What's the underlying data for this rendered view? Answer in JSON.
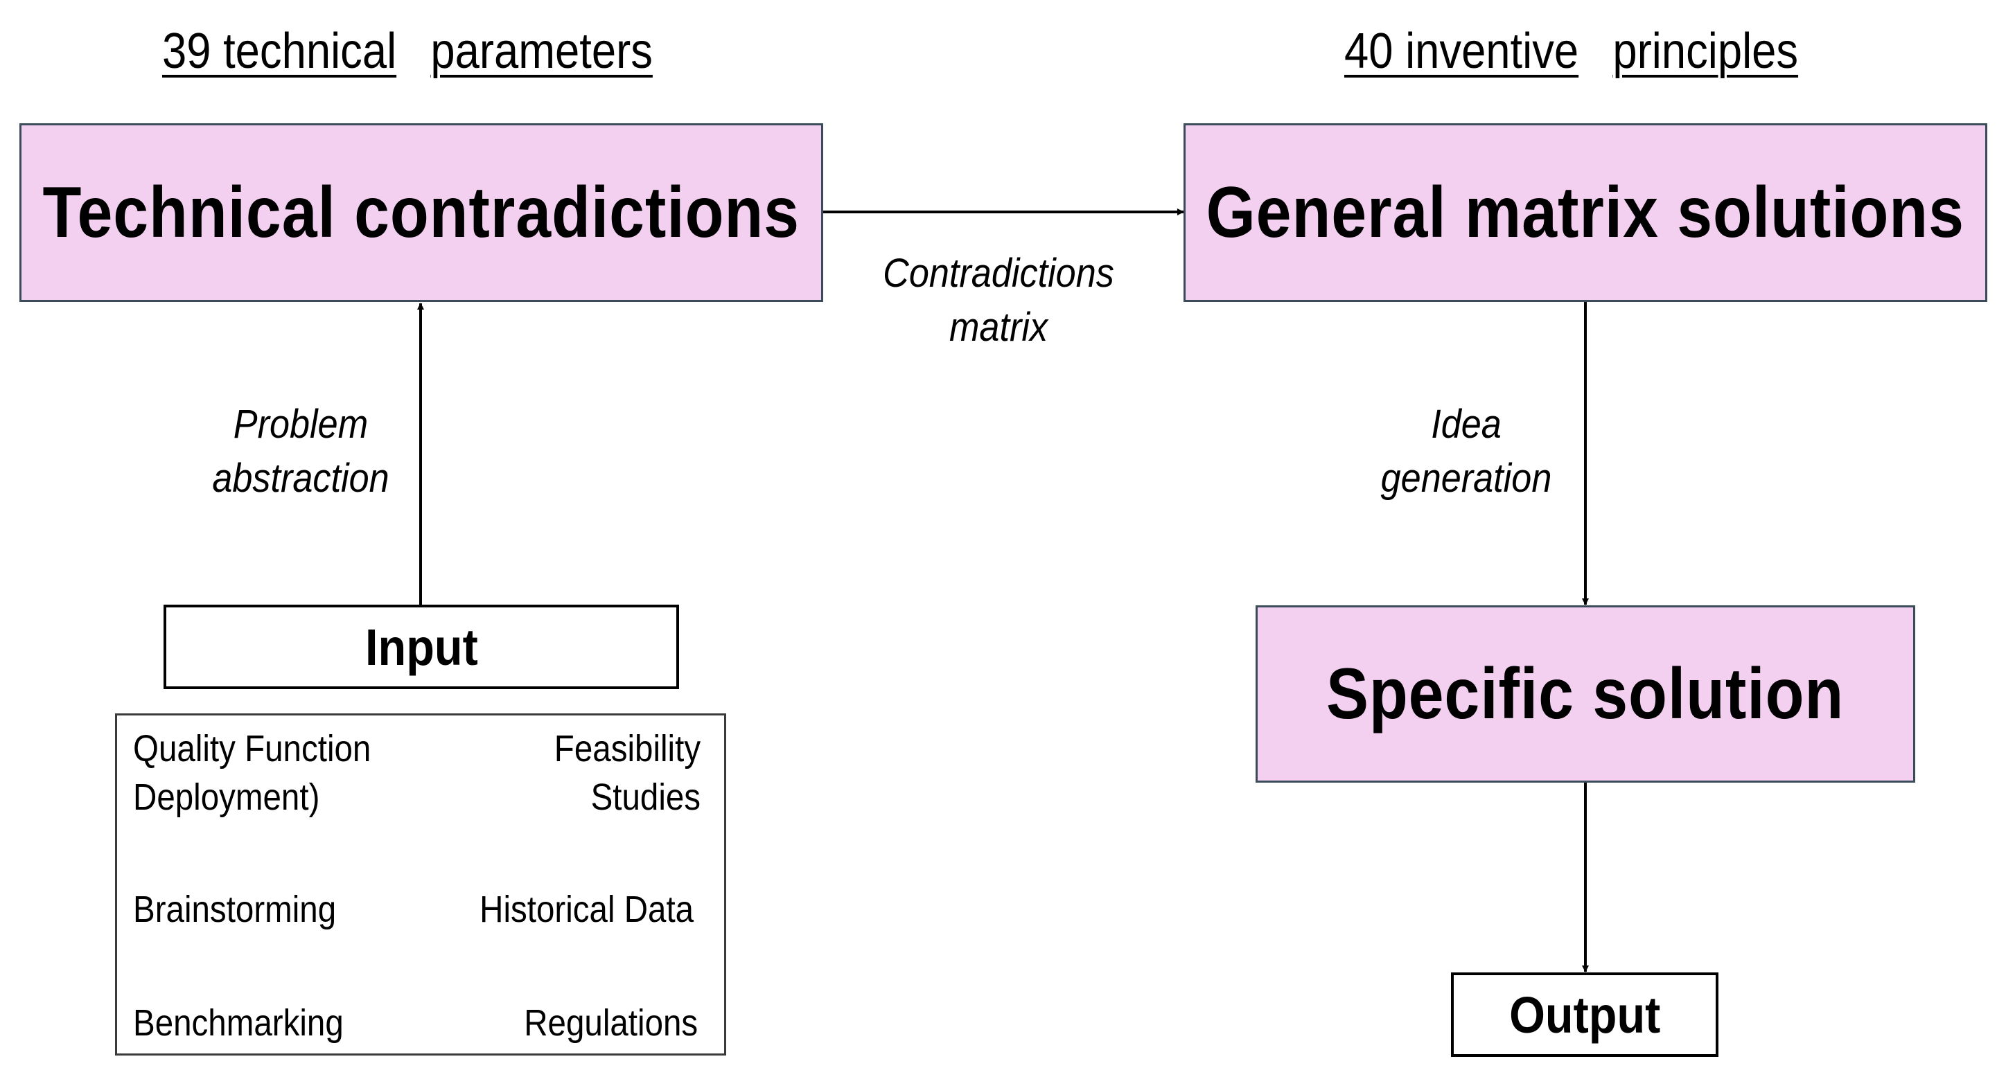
{
  "headings": {
    "left": [
      "39 technical",
      "parameters"
    ],
    "right": [
      "40 inventive",
      "principles"
    ]
  },
  "boxes": {
    "technical_contradictions": "Technical  contradictions",
    "general_matrix_solutions": "General  matrix  solutions",
    "specific_solution": "Specific  solution",
    "input": "Input",
    "output": "Output"
  },
  "edge_labels": {
    "contradictions_matrix": [
      "Contradictions",
      "matrix"
    ],
    "problem_abstraction": [
      "Problem",
      "abstraction"
    ],
    "idea_generation": [
      "Idea",
      "generation"
    ]
  },
  "input_sources": {
    "quality_function": [
      "Quality  Function",
      "Deployment)"
    ],
    "feasibility_studies": [
      "Feasibility",
      "Studies"
    ],
    "brainstorming": "Brainstorming",
    "historical_data": "Historical Data",
    "benchmarking": "Benchmarking",
    "regulations": "Regulations"
  },
  "colors": {
    "box_fill": "#f3d0f0",
    "box_border": "#3a4b59"
  }
}
